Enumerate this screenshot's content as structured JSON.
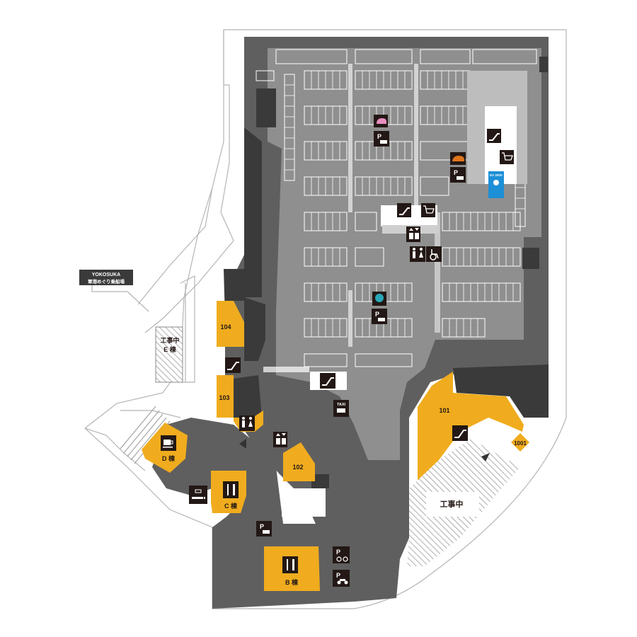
{
  "labels": {
    "yokosuka_title": "YOKOSUKA",
    "yokosuka_sub": "軍港めぐり乗船場",
    "construction_e": "工事中",
    "building_e": "E 棟",
    "building_d": "D 棟",
    "building_c": "C 棟",
    "building_b": "B 棟",
    "construction_main": "工事中",
    "taxi": "TAXI",
    "ev_charger": "EV 200V",
    "parking_mark": "P"
  },
  "units": {
    "u101": "101",
    "u102": "102",
    "u103": "103",
    "u104": "104",
    "u1001": "1001"
  },
  "colors": {
    "road": "#5f5f5f",
    "parking_lot": "#8f8f8f",
    "shop": "#f0ac1e",
    "building_dark": "#3a3a3a",
    "icon_bg": "#231815",
    "ev_blue": "#1d8fd6",
    "zone_pink": "#e88fc0",
    "zone_orange": "#e0751c",
    "zone_teal": "#2aa7b8"
  },
  "icons": {
    "zone_animals": [
      "bear-icon",
      "hippo-icon",
      "lion-icon"
    ],
    "facilities": [
      "escalator-icon",
      "shopping-cart-icon",
      "elevator-icon",
      "restroom-icon",
      "wheelchair-icon",
      "cafe-icon",
      "restaurant-icon",
      "smoking-area-icon",
      "taxi-icon",
      "bicycle-parking-icon",
      "motorcycle-parking-icon",
      "car-parking-icon"
    ]
  }
}
